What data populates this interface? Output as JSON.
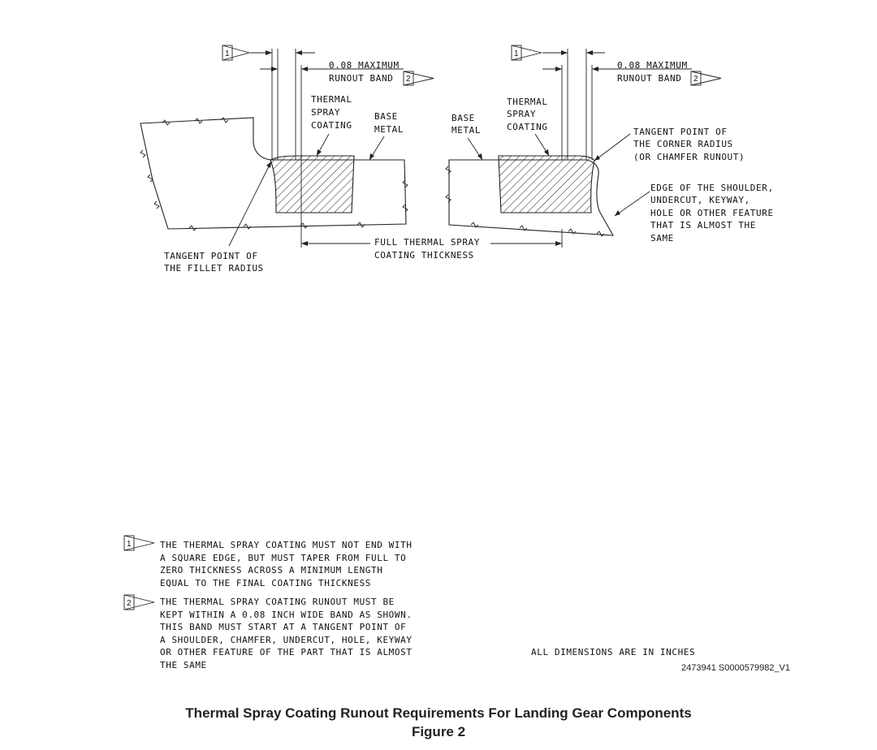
{
  "diagram": {
    "left": {
      "flag_number": "1",
      "runout_line1": "0.08 MAXIMUM",
      "runout_line2": "RUNOUT BAND",
      "runout_flag": "2",
      "coating_line1": "THERMAL",
      "coating_line2": "SPRAY",
      "coating_line3": "COATING",
      "base_line1": "BASE",
      "base_line2": "METAL",
      "tangent_line1": "TANGENT POINT OF",
      "tangent_line2": "THE FILLET RADIUS"
    },
    "right": {
      "flag_number": "1",
      "runout_line1": "0.08 MAXIMUM",
      "runout_line2": "RUNOUT BAND",
      "runout_flag": "2",
      "base_line1": "BASE",
      "base_line2": "METAL",
      "coating_line1": "THERMAL",
      "coating_line2": "SPRAY",
      "coating_line3": "COATING",
      "tangent_line1": "TANGENT POINT OF",
      "tangent_line2": "THE CORNER RADIUS",
      "tangent_line3": "(OR CHAMFER RUNOUT)",
      "edge_line1": "EDGE OF THE SHOULDER,",
      "edge_line2": "UNDERCUT, KEYWAY,",
      "edge_line3": "HOLE OR OTHER FEATURE",
      "edge_line4": "THAT IS ALMOST THE",
      "edge_line5": "SAME"
    },
    "full_thickness_line1": "FULL THERMAL SPRAY",
    "full_thickness_line2": "COATING THICKNESS"
  },
  "notes": [
    {
      "flag": "1",
      "lines": [
        "THE THERMAL SPRAY COATING MUST NOT END WITH",
        "A SQUARE EDGE, BUT MUST TAPER FROM FULL TO",
        "ZERO THICKNESS ACROSS A MINIMUM LENGTH",
        "EQUAL TO THE FINAL COATING THICKNESS"
      ]
    },
    {
      "flag": "2",
      "lines": [
        "THE THERMAL SPRAY COATING RUNOUT MUST BE",
        "KEPT WITHIN A 0.08 INCH WIDE BAND AS SHOWN.",
        "THIS BAND MUST START AT A TANGENT POINT OF",
        "A SHOULDER, CHAMFER, UNDERCUT, HOLE, KEYWAY",
        "OR OTHER FEATURE OF THE PART THAT IS ALMOST",
        "THE SAME"
      ]
    }
  ],
  "dimensions_note": "ALL DIMENSIONS ARE IN INCHES",
  "figure_id": "2473941 S0000579982_V1",
  "caption_title": "Thermal Spray Coating Runout Requirements For Landing Gear Components",
  "caption_figure": "Figure 2"
}
